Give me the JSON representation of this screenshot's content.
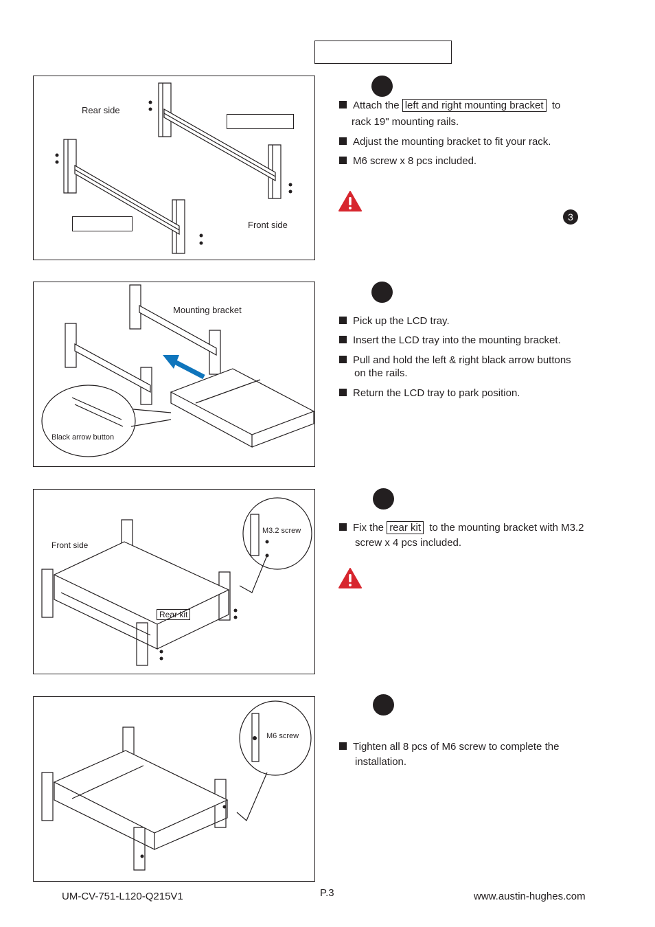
{
  "panels": {
    "p1": {
      "rear_side": "Rear side",
      "front_side": "Front side"
    },
    "p2": {
      "mounting_bracket": "Mounting bracket",
      "black_arrow_button": "Black arrow button"
    },
    "p3": {
      "front_side": "Front side",
      "m32_screw": "M3.2 screw",
      "rear_kit": "Rear kit"
    },
    "p4": {
      "m6_screw": "M6 screw"
    }
  },
  "steps": {
    "s1": {
      "b1_pre": "Attach the",
      "b1_box": "left and right mounting bracket",
      "b1_post": "to",
      "b1_line2": "rack 19\" mounting rails.",
      "b2": "Adjust the mounting bracket to fit your rack.",
      "b3": "M6 screw x 8 pcs included.",
      "ref_num": "3"
    },
    "s2": {
      "b1": "Pick up the LCD tray.",
      "b2": "Insert the LCD tray into the mounting bracket.",
      "b3_l1": "Pull and hold the left & right black arrow buttons",
      "b3_l2": "on the rails.",
      "b4": "Return the LCD tray to park position."
    },
    "s3": {
      "b1_pre": "Fix the",
      "b1_box": "rear kit",
      "b1_post": "to the mounting bracket with M3.2",
      "b1_line2": "screw x 4 pcs included."
    },
    "s4": {
      "b1_l1": "Tighten all 8 pcs of M6 screw to complete the",
      "b1_l2": "installation."
    }
  },
  "footer": {
    "doc_code": "UM-CV-751-L120-Q215V1",
    "page": "P.3",
    "website": "www.austin-hughes.com"
  },
  "colors": {
    "ink": "#231f20",
    "warning_red": "#d7262e",
    "arrow_blue": "#0f75bc"
  }
}
